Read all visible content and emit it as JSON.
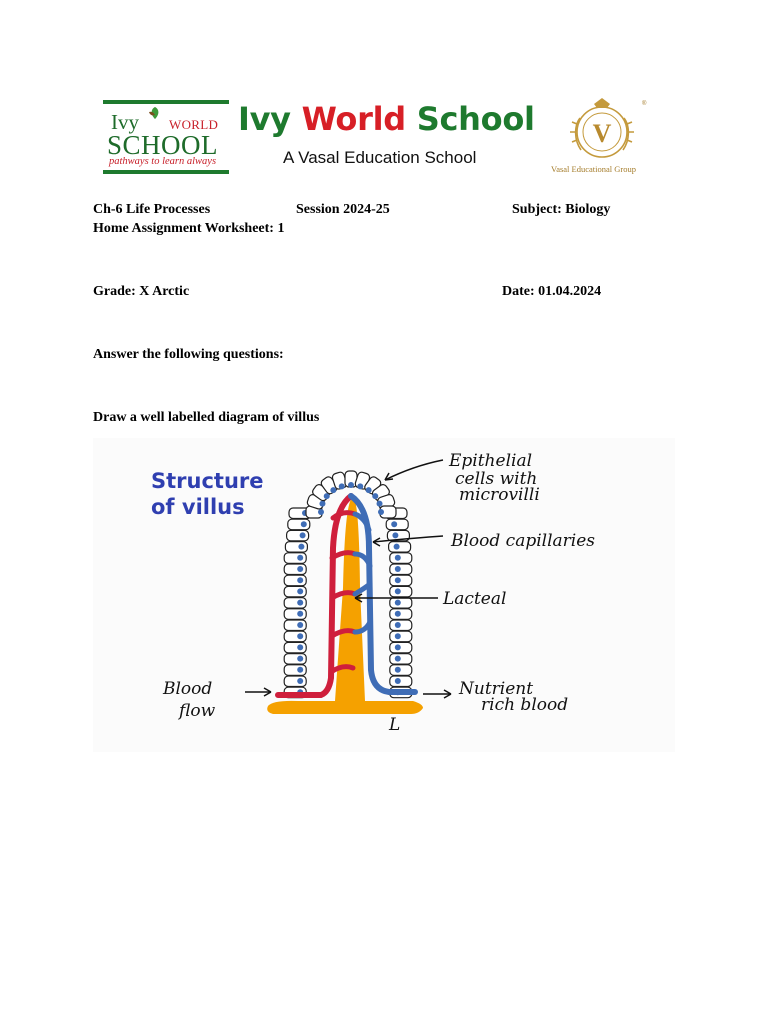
{
  "header": {
    "logo_left": {
      "ivy": "Ivy",
      "world": "WORLD",
      "school": "SCHOOL",
      "tagline": "pathways to learn always"
    },
    "title_part1": "Ivy ",
    "title_part2": "World",
    "title_part3": " School",
    "subtitle": "A Vasal Education School",
    "logo_right": {
      "letter": "V",
      "group_name": "Vasal Educational Group"
    }
  },
  "worksheet": {
    "chapter": "Ch-6 Life Processes",
    "session": "Session 2024-25",
    "subject": "Subject: Biology",
    "assignment": "Home Assignment Worksheet: 1",
    "grade": "Grade: X Arctic",
    "date": "Date: 01.04.2024",
    "instruction": "Answer the following questions:",
    "question": "Draw a well labelled diagram of villus"
  },
  "diagram": {
    "title_line1": "Structure",
    "title_line2": "of villus",
    "labels": {
      "epithelial_1": "Epithelial",
      "epithelial_2": "cells with",
      "epithelial_3": "microvilli",
      "capillaries": "Blood capillaries",
      "lacteal": "Lacteal",
      "blood_flow_1": "Blood",
      "blood_flow_2": "flow",
      "nutrient_1": "Nutrient",
      "nutrient_2": "rich blood",
      "l_mark": "L"
    }
  },
  "colors": {
    "green": "#1e7a2e",
    "red": "#d71f26",
    "gold": "#c49a3c",
    "diagram_title": "#2f3fb0",
    "lacteal": "#f5a100",
    "artery": "#cf1f3c",
    "vein": "#3f6db6"
  }
}
